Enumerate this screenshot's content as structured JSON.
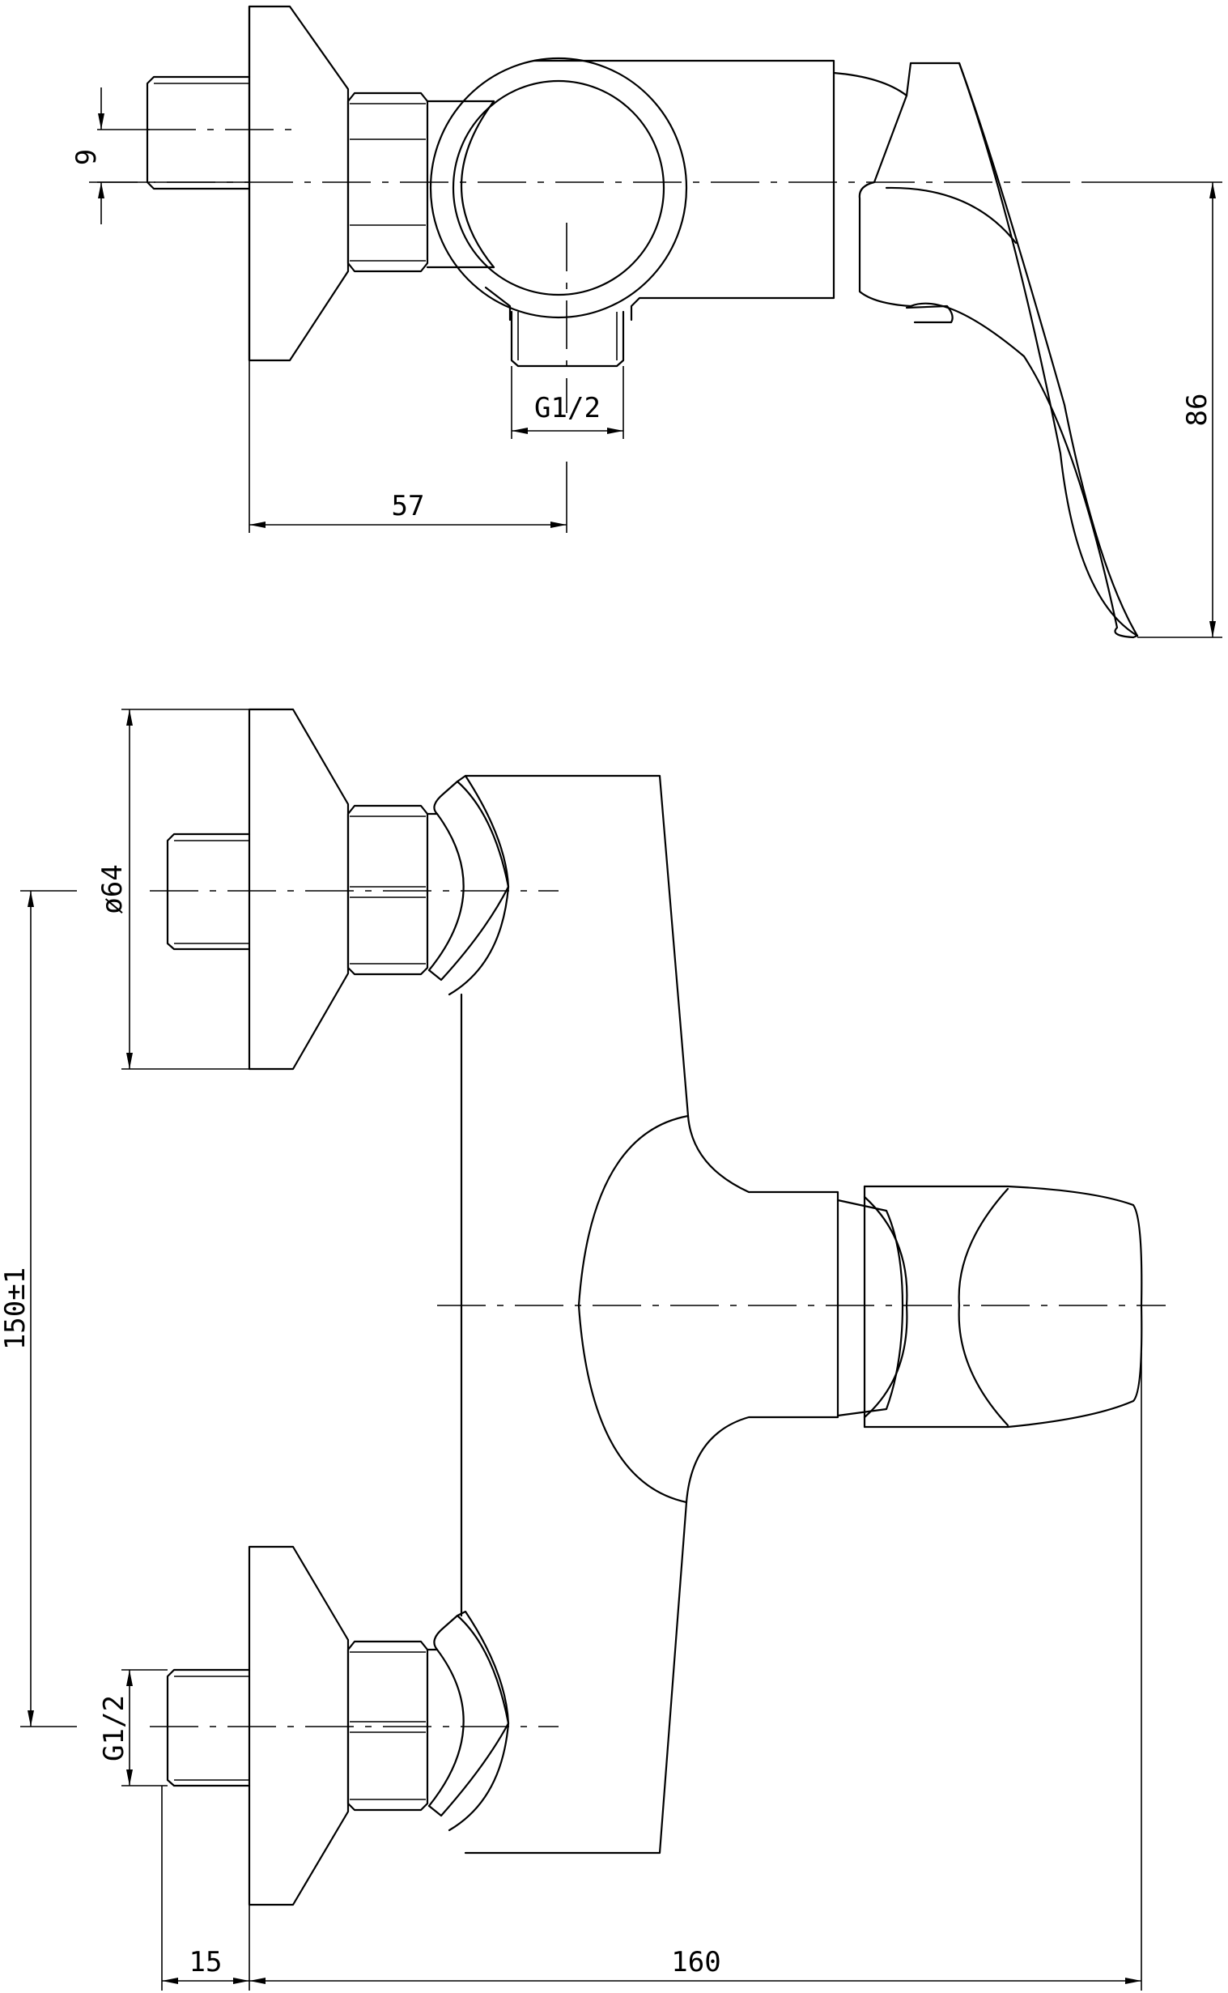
{
  "dimensions": {
    "thread_offset": "9",
    "outlet_thread": "G1/2",
    "outlet_distance": "57",
    "lever_height": "86",
    "flange_diameter": "ø64",
    "inlet_spacing": "150±1",
    "inlet_thread": "G1/2",
    "pipe_length": "15",
    "body_length": "160"
  }
}
